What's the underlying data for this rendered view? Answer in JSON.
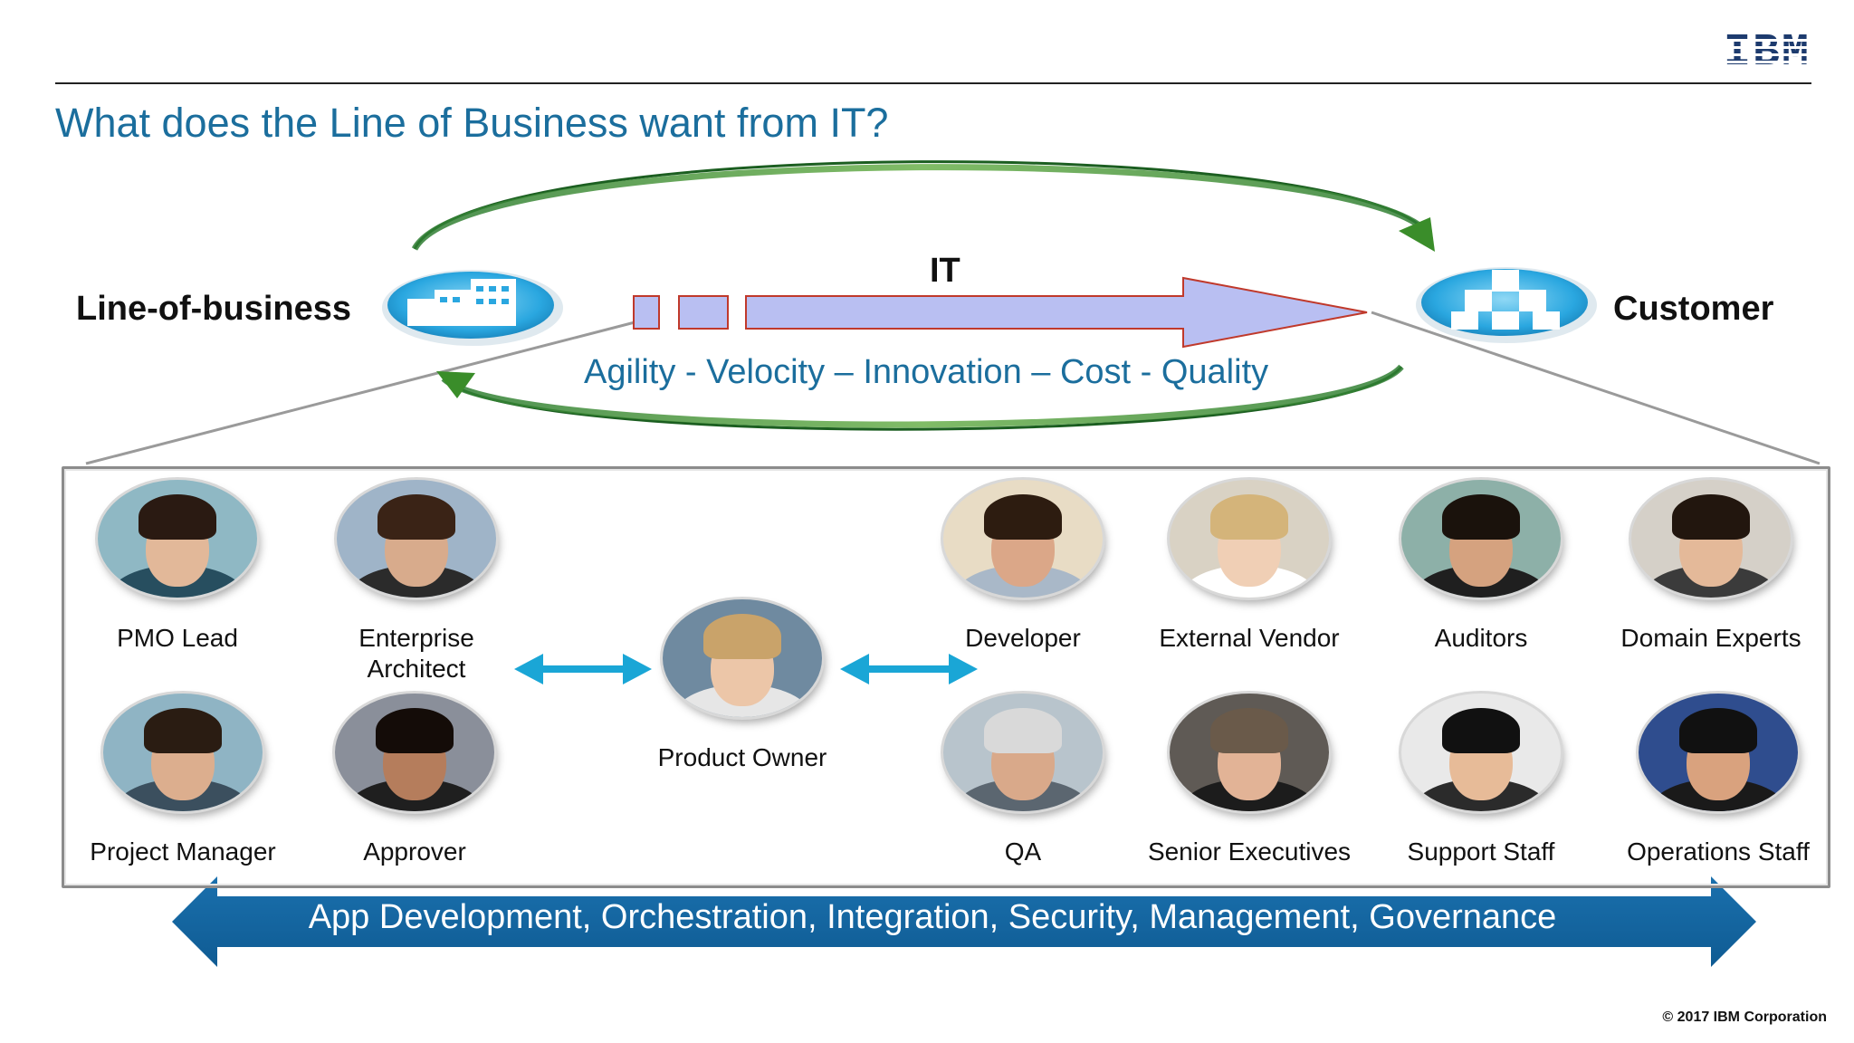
{
  "slide": {
    "title": "What does the Line of Business want from IT?",
    "logo_text": "IBM",
    "copyright": "© 2017 IBM Corporation"
  },
  "flow": {
    "left_label": "Line-of-business",
    "right_label": "Customer",
    "center_label": "IT",
    "qualities": "Agility - Velocity – Innovation – Cost - Quality"
  },
  "roles": {
    "pmo_lead": "PMO Lead",
    "enterprise_architect_line1": "Enterprise",
    "enterprise_architect_line2": "Architect",
    "project_manager": "Project Manager",
    "approver": "Approver",
    "product_owner": "Product Owner",
    "developer": "Developer",
    "external_vendor": "External Vendor",
    "auditors": "Auditors",
    "domain_experts": "Domain Experts",
    "qa": "QA",
    "senior_executives": "Senior Executives",
    "support_staff": "Support Staff",
    "operations_staff": "Operations Staff"
  },
  "bottom_band": "App Development, Orchestration, Integration, Security, Management, Governance",
  "colors": {
    "title_blue": "#1b6e9d",
    "band_blue": "#1565a0",
    "arrow_cyan": "#1aa6d6",
    "cycle_green": "#3a8d2a",
    "it_arrow_fill": "#b9bff2",
    "it_arrow_edge": "#c0392b"
  }
}
